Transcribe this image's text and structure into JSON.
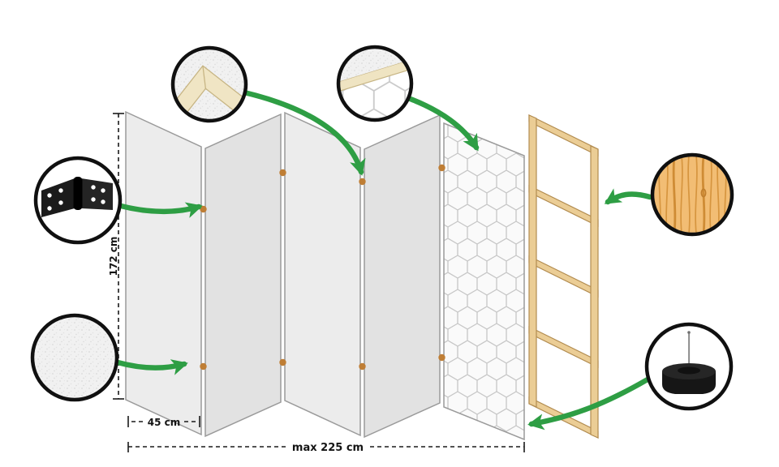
{
  "labels": {
    "height": "172 cm",
    "panel_width": "45 cm",
    "max_width": "max 225 cm"
  },
  "colors": {
    "arrow_green": "#2E9E44",
    "panel_face": "#ECECEC",
    "panel_face_alt": "#E2E2E2",
    "panel_outline": "#9A9A9A",
    "pattern_line": "#C6C6C6",
    "wood_frame": "#EBCD95",
    "wood_frame_outline": "#B28C50",
    "wood_surface": "#F2BD74",
    "wood_grain": "#D6953F",
    "hinge_pin_dot": "#BF7E35",
    "callout_border": "#101010",
    "hinge_black": "#1B1B1B",
    "dimension_ink": "#1A1A1A"
  },
  "icons": {
    "hinge": "hinge-icon",
    "fabric": "fabric-texture-swatch",
    "frame_corner": "frame-corner-detail",
    "pattern": "cube-pattern-detail",
    "wood": "wood-grain-swatch",
    "foot": "foot-pad-icon"
  }
}
